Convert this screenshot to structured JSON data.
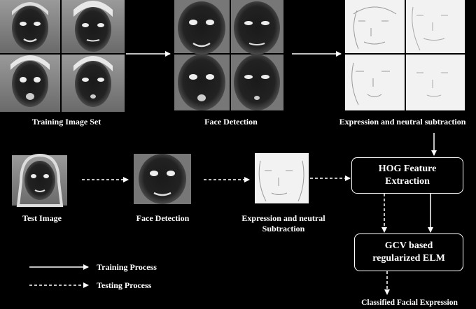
{
  "training": {
    "image_set_label": "Training Image Set",
    "face_detection_label": "Face Detection",
    "subtraction_label": "Expression and neutral subtraction"
  },
  "testing": {
    "test_image_label": "Test Image",
    "face_detection_label": "Face Detection",
    "subtraction_line1": "Expression and neutral",
    "subtraction_line2": "Subtraction"
  },
  "processing": {
    "hog_line1": "HOG Feature",
    "hog_line2": "Extraction",
    "elm_line1": "GCV based",
    "elm_line2": "regularized ELM",
    "output_label": "Classified Facial Expression"
  },
  "legend": {
    "training_label": "Training Process",
    "testing_label": "Testing Process"
  },
  "colors": {
    "background": "#000000",
    "foreground": "#ffffff"
  }
}
